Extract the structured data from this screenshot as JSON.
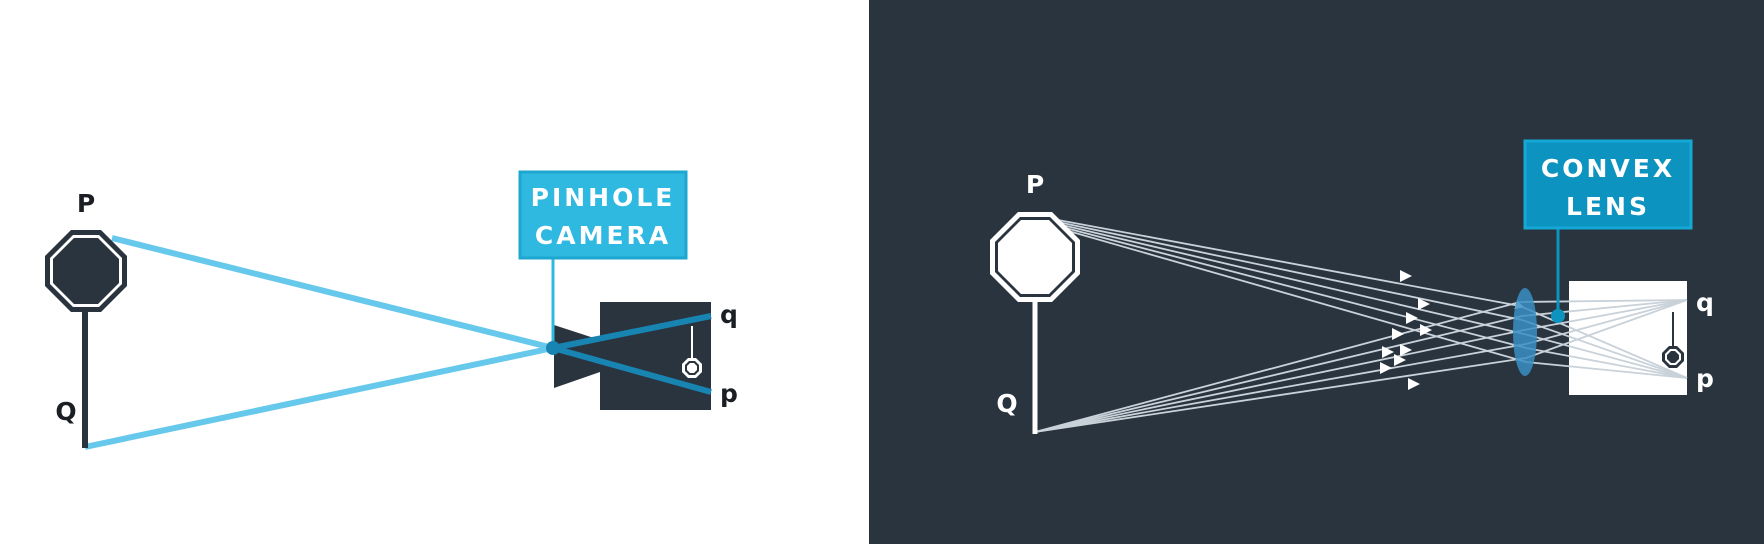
{
  "left_panel": {
    "background": "#ffffff",
    "callout": {
      "line1": "PINHOLE",
      "line2": "CAMERA",
      "color": "#2fb8e0"
    },
    "labels": {
      "top_object": "P",
      "bottom_object": "Q",
      "top_image": "q",
      "bottom_image": "p"
    }
  },
  "right_panel": {
    "background": "#29343f",
    "callout": {
      "line1": "CONVEX",
      "line2": "LENS",
      "color": "#0c93bf"
    },
    "labels": {
      "top_object": "P",
      "bottom_object": "Q",
      "top_image": "q",
      "bottom_image": "p"
    }
  },
  "colors": {
    "light_ray": "#66c8ea",
    "dark_ray": "#1784b2",
    "camera_body": "#29343f",
    "ray_grey": "#c9d1d9",
    "lens": "#3a8fc5"
  },
  "icons": {
    "stop_sign": "octagon-sign-icon",
    "camera": "camera-icon",
    "lens": "lens-icon"
  }
}
